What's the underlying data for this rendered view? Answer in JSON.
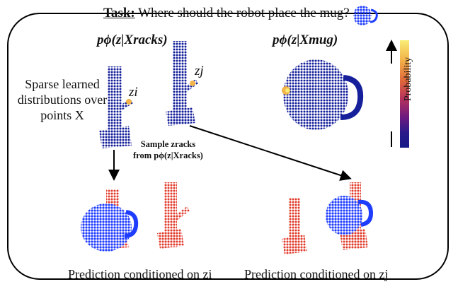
{
  "task": {
    "prefix": "Task:",
    "question": " Where should the robot place the mug?"
  },
  "labels": {
    "racks_dist": "pϕ(z|Xracks)",
    "mug_dist": "pϕ(z|Xmug)",
    "sparse": "Sparse learned distributions over points X",
    "zi": "zi",
    "zj": "zj",
    "sample_line1": "Sample zracks",
    "sample_line2": "from pϕ(z|Xracks)",
    "colorbar": "Probability",
    "pred_i": "Prediction conditioned on zi",
    "pred_j": "Prediction conditioned on zj"
  },
  "colors": {
    "blue": "#16209a",
    "red": "#e13b2b",
    "mugblue": "#1f3dff",
    "frame": "#000000"
  }
}
